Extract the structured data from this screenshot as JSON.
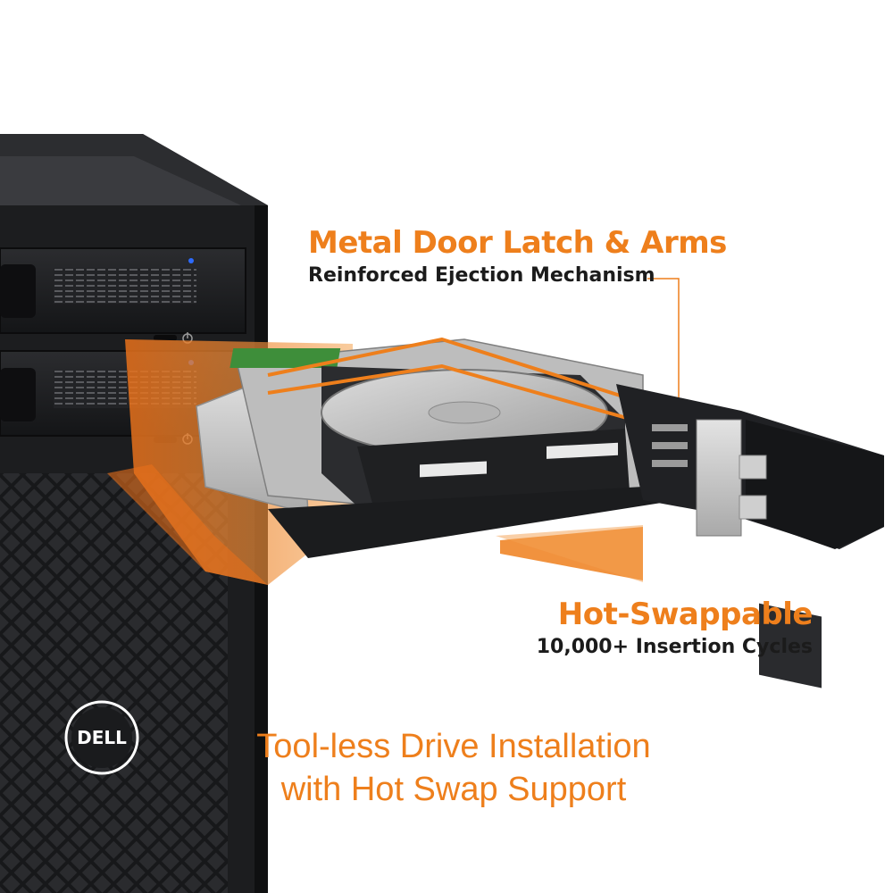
{
  "callouts": {
    "latch": {
      "title": "Metal Door Latch & Arms",
      "subtitle": "Reinforced Ejection Mechanism"
    },
    "hotswap": {
      "title": "Hot-Swappable",
      "subtitle": "10,000+ Insertion Cycles"
    }
  },
  "tagline": {
    "line1": "Tool-less Drive Installation",
    "line2": "with Hot Swap Support"
  },
  "logo": {
    "brand": "DELL"
  },
  "colors": {
    "accent": "#ee7f1c",
    "text_dark": "#1b1b1b",
    "chassis": "#1c1d1f",
    "tray_metal": "#c9c9c9",
    "led_blue": "#2d6bff"
  },
  "icons": [
    "power-icon",
    "led-indicator",
    "arrow-icon"
  ]
}
